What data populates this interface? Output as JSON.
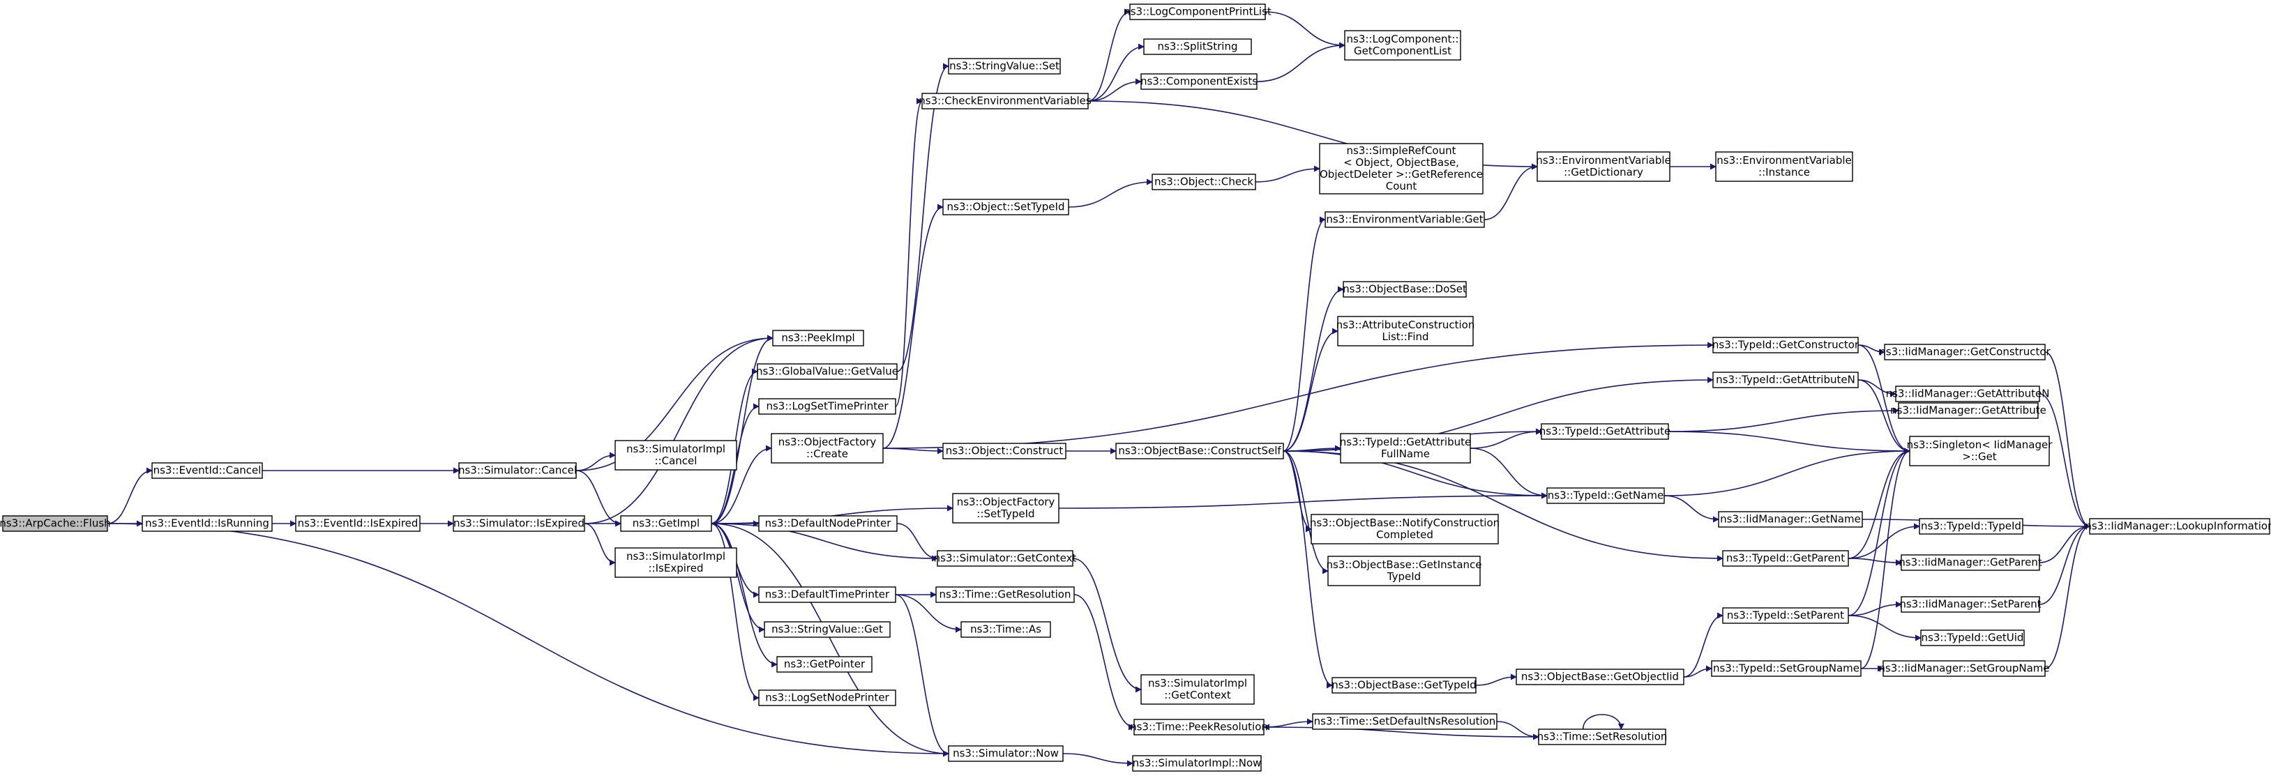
{
  "nodes": [
    {
      "id": "n0",
      "lines": [
        "ns3::ArpCache::Flush"
      ],
      "root": true
    },
    {
      "id": "n1",
      "lines": [
        "ns3::EventId::Cancel"
      ]
    },
    {
      "id": "n2",
      "lines": [
        "ns3::EventId::IsRunning"
      ]
    },
    {
      "id": "n3",
      "lines": [
        "ns3::EventId::IsExpired"
      ]
    },
    {
      "id": "n4",
      "lines": [
        "ns3::SimulatorImpl",
        "::Cancel"
      ]
    },
    {
      "id": "n5",
      "lines": [
        "ns3::Simulator::Cancel"
      ]
    },
    {
      "id": "n6",
      "lines": [
        "ns3::Simulator::IsExpired"
      ]
    },
    {
      "id": "n7",
      "lines": [
        "ns3::SimulatorImpl",
        "::IsExpired"
      ]
    },
    {
      "id": "n8",
      "lines": [
        "ns3::GetImpl"
      ]
    },
    {
      "id": "n9",
      "lines": [
        "ns3::PeekImpl"
      ]
    },
    {
      "id": "n10",
      "lines": [
        "ns3::GlobalValue::GetValue"
      ]
    },
    {
      "id": "n11",
      "lines": [
        "ns3::LogSetTimePrinter"
      ]
    },
    {
      "id": "n12",
      "lines": [
        "ns3::ObjectFactory",
        "::Create"
      ]
    },
    {
      "id": "n13",
      "lines": [
        "ns3::DefaultNodePrinter"
      ]
    },
    {
      "id": "n14",
      "lines": [
        "ns3::DefaultTimePrinter"
      ]
    },
    {
      "id": "n15",
      "lines": [
        "ns3::StringValue::Get"
      ]
    },
    {
      "id": "n16",
      "lines": [
        "ns3::GetPointer"
      ]
    },
    {
      "id": "n17",
      "lines": [
        "ns3::LogSetNodePrinter"
      ]
    },
    {
      "id": "n18",
      "lines": [
        "ns3::StringValue::Set"
      ]
    },
    {
      "id": "n19",
      "lines": [
        "ns3::CheckEnvironmentVariables"
      ]
    },
    {
      "id": "n20",
      "lines": [
        "ns3::Object::SetTypeId"
      ]
    },
    {
      "id": "n21",
      "lines": [
        "ns3::Object::Construct"
      ]
    },
    {
      "id": "n22",
      "lines": [
        "ns3::ObjectFactory",
        "::SetTypeId"
      ]
    },
    {
      "id": "n23",
      "lines": [
        "ns3::Simulator::GetContext"
      ]
    },
    {
      "id": "n24",
      "lines": [
        "ns3::Time::GetResolution"
      ]
    },
    {
      "id": "n25",
      "lines": [
        "ns3::Time::As"
      ]
    },
    {
      "id": "n26",
      "lines": [
        "ns3::SimulatorImpl",
        "::GetContext"
      ]
    },
    {
      "id": "n27",
      "lines": [
        "ns3::Time::PeekResolution"
      ]
    },
    {
      "id": "n28",
      "lines": [
        "ns3::Simulator::Now"
      ]
    },
    {
      "id": "n29",
      "lines": [
        "ns3::SimulatorImpl::Now"
      ]
    },
    {
      "id": "n30",
      "lines": [
        "ns3::LogComponentPrintList"
      ]
    },
    {
      "id": "n31",
      "lines": [
        "ns3::SplitString"
      ]
    },
    {
      "id": "n32",
      "lines": [
        "ns3::ComponentExists"
      ]
    },
    {
      "id": "n33",
      "lines": [
        "ns3::LogComponent::",
        "GetComponentList"
      ]
    },
    {
      "id": "n34",
      "lines": [
        "ns3::Object::Check"
      ]
    },
    {
      "id": "n35",
      "lines": [
        "ns3::SimpleRefCount",
        "< Object, ObjectBase,",
        "ObjectDeleter >::GetReference",
        "Count"
      ]
    },
    {
      "id": "n36",
      "lines": [
        "ns3::ObjectBase::ConstructSelf"
      ]
    },
    {
      "id": "n37",
      "lines": [
        "ns3::EnvironmentVariable:Get"
      ]
    },
    {
      "id": "n38",
      "lines": [
        "ns3::EnvironmentVariable",
        "::GetDictionary"
      ]
    },
    {
      "id": "n39",
      "lines": [
        "ns3::EnvironmentVariable",
        "::Instance"
      ]
    },
    {
      "id": "n40",
      "lines": [
        "ns3::ObjectBase::DoSet"
      ]
    },
    {
      "id": "n41",
      "lines": [
        "ns3::AttributeConstruction",
        "List::Find"
      ]
    },
    {
      "id": "n42",
      "lines": [
        "ns3::TypeId::GetAttribute",
        "FullName"
      ]
    },
    {
      "id": "n43",
      "lines": [
        "ns3::ObjectBase::NotifyConstruction",
        "Completed"
      ]
    },
    {
      "id": "n44",
      "lines": [
        "ns3::ObjectBase::GetInstance",
        "TypeId"
      ]
    },
    {
      "id": "n45",
      "lines": [
        "ns3::ObjectBase::GetTypeId"
      ]
    },
    {
      "id": "n46",
      "lines": [
        "ns3::ObjectBase::GetObjectIid"
      ]
    },
    {
      "id": "n47",
      "lines": [
        "ns3::Time::SetDefaultNsResolution"
      ]
    },
    {
      "id": "n48",
      "lines": [
        "ns3::Time::SetResolution"
      ]
    },
    {
      "id": "n49",
      "lines": [
        "ns3::TypeId::GetConstructor"
      ]
    },
    {
      "id": "n50",
      "lines": [
        "ns3::TypeId::GetAttributeN"
      ]
    },
    {
      "id": "n51",
      "lines": [
        "ns3::TypeId::GetAttribute"
      ]
    },
    {
      "id": "n52",
      "lines": [
        "ns3::TypeId::GetName"
      ]
    },
    {
      "id": "n53",
      "lines": [
        "ns3::TypeId::GetParent"
      ]
    },
    {
      "id": "n54",
      "lines": [
        "ns3::TypeId::SetParent"
      ]
    },
    {
      "id": "n55",
      "lines": [
        "ns3::TypeId::SetGroupName"
      ]
    },
    {
      "id": "n56",
      "lines": [
        "ns3::IidManager::GetConstructor"
      ]
    },
    {
      "id": "n57",
      "lines": [
        "ns3::IidManager::GetAttributeN"
      ]
    },
    {
      "id": "n58",
      "lines": [
        "ns3::IidManager::GetAttribute"
      ]
    },
    {
      "id": "n59",
      "lines": [
        "ns3::Singleton< IidManager",
        ">::Get"
      ]
    },
    {
      "id": "n60",
      "lines": [
        "ns3::IidManager::GetName"
      ]
    },
    {
      "id": "n61",
      "lines": [
        "ns3::TypeId::TypeId"
      ]
    },
    {
      "id": "n62",
      "lines": [
        "ns3::IidManager::GetParent"
      ]
    },
    {
      "id": "n63",
      "lines": [
        "ns3::IidManager::SetParent"
      ]
    },
    {
      "id": "n64",
      "lines": [
        "ns3::TypeId::GetUid"
      ]
    },
    {
      "id": "n65",
      "lines": [
        "ns3::IidManager::SetGroupName"
      ]
    },
    {
      "id": "n66",
      "lines": [
        "ns3::IidManager::LookupInformation"
      ]
    }
  ]
}
